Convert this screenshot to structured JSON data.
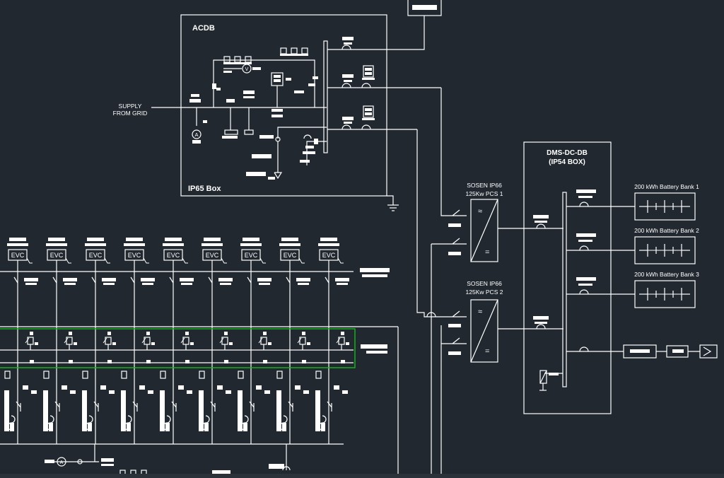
{
  "acdb": {
    "title": "ACDB",
    "enclosure": "IP65 Box",
    "supply_line1": "SUPPLY",
    "supply_line2": "FROM GRID",
    "ammeter": "A",
    "voltmeter": "V"
  },
  "pcs": [
    {
      "line1": "SOSEN IP66",
      "line2": "125Kw PCS 1"
    },
    {
      "line1": "SOSEN IP66",
      "line2": "125Kw PCS 2"
    }
  ],
  "dcdb": {
    "title_line1": "DMS-DC-DB",
    "title_line2": "(IP54 BOX)"
  },
  "battery_banks": [
    "200 kWh Battery Bank 1",
    "200 kWh Battery Bank 2",
    "200 kWh Battery Bank 3"
  ],
  "evc": {
    "label": "EVC",
    "count": 9
  },
  "bottom_meter": "A",
  "colors": {
    "background": "#212830",
    "lines": "#ffffff",
    "highlight_box": "#16b81b"
  }
}
